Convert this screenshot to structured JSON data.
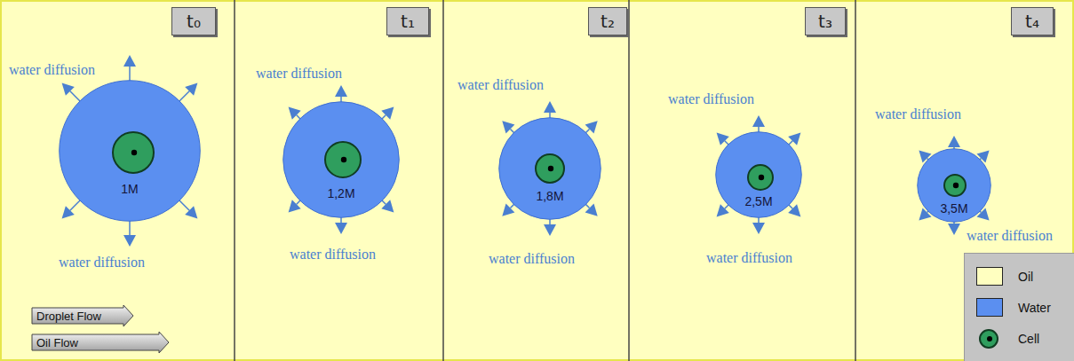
{
  "diagram": {
    "nodes": [
      {
        "text": [
          "t₀"
        ]
      },
      {
        "text": [
          "1M"
        ]
      },
      {
        "text": [
          "Droplet Flow"
        ]
      },
      {
        "text": [
          "Oil Flow"
        ]
      },
      {
        "text": [
          "t₁"
        ]
      },
      {
        "text": [
          "1,2M"
        ]
      },
      {
        "text": [
          "t₂"
        ]
      },
      {
        "text": [
          "1,8M"
        ]
      },
      {
        "text": [
          "t₃"
        ]
      },
      {
        "text": [
          "2,5M"
        ]
      },
      {
        "text": [
          "t₄"
        ]
      },
      {
        "text": [
          "3,5M"
        ]
      }
    ],
    "labels": [
      "water diffusion",
      "water diffusion",
      "water diffusion",
      "water diffusion",
      "water diffusion",
      "water diffusion",
      "water diffusion",
      "water diffusion",
      "water diffusion",
      "water diffusion"
    ],
    "legend": [
      {
        "text": "Oil",
        "color": "#ffffc0"
      },
      {
        "text": "Water",
        "color": "#5b8ff0"
      },
      {
        "text": "Cell"
      }
    ]
  }
}
